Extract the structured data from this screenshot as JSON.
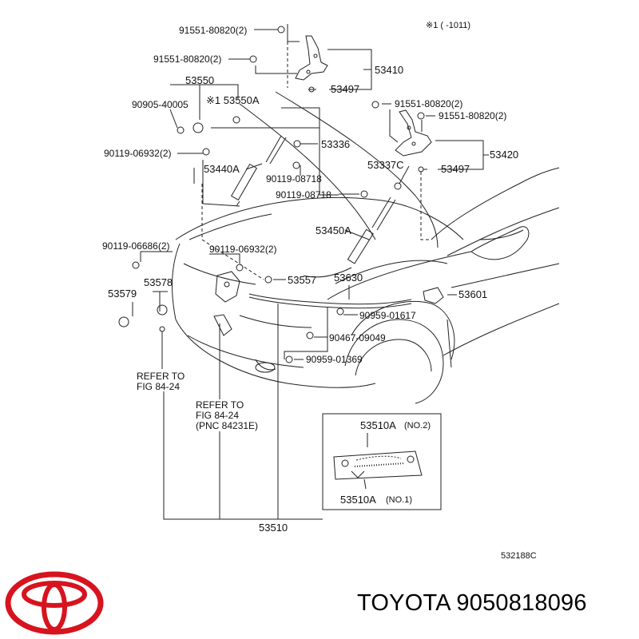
{
  "diagram": {
    "header_note": "※1 (      -1011)",
    "figure_code": "532188C",
    "part_labels": {
      "p1": "91551-80820(2)",
      "p2": "91551-80820(2)",
      "p3": "53410",
      "p4": "53550",
      "p5": "53497",
      "p6": "90905-40005",
      "p7": "※1 53550A",
      "p8": "91551-80820(2)",
      "p9": "91551-80820(2)",
      "p10": "90119-06932(2)",
      "p11": "53336",
      "p12": "53420",
      "p13": "53440A",
      "p14": "90119-08718",
      "p15": "53337C",
      "p16": "53497",
      "p17": "90119-08718",
      "p18": "53450A",
      "p19": "90119-06686(2)",
      "p20": "90119-06932(2)",
      "p21": "53578",
      "p22": "53557",
      "p23": "53630",
      "p24": "53579",
      "p25": "53601",
      "p26": "90959-01617",
      "p27": "90467-09049",
      "p28": "90959-01369",
      "p29": "53510"
    },
    "refer1": [
      "REFER TO",
      "FIG 84-24"
    ],
    "refer2": [
      "REFER TO",
      "FIG 84-24",
      "(PNC 84231E)"
    ],
    "inset": {
      "top_label": "53510A",
      "top_note": "(NO.2)",
      "bottom_label": "53510A",
      "bottom_note": "(NO.1)"
    }
  },
  "brand": {
    "text": "TOYOTA 9050818096",
    "logo_color": "#d7141e"
  }
}
